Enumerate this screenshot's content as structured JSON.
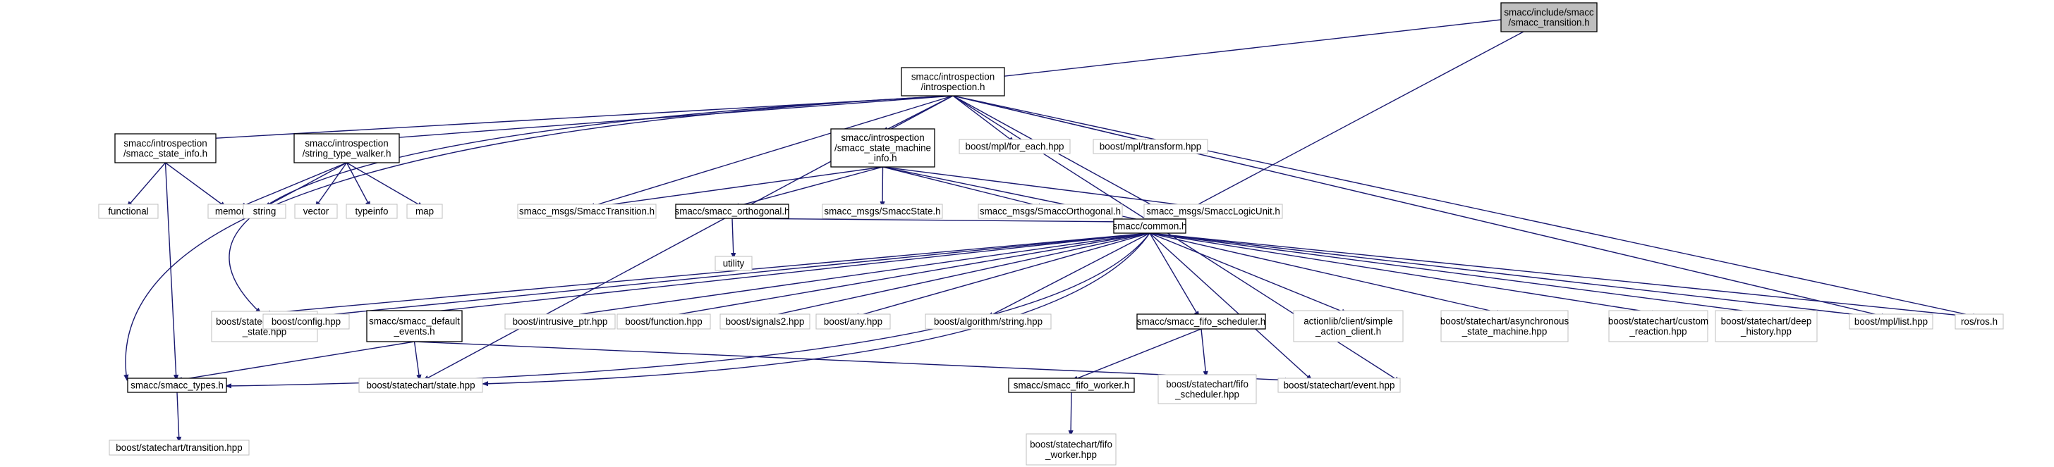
{
  "colors": {
    "edge": "#191970",
    "root_fill": "#bfbfbf",
    "node_border": "#000000",
    "leaf_border": "#bfbfbf",
    "background": "#ffffff"
  },
  "nodes": [
    {
      "id": "transition",
      "lines": [
        "smacc/include/smacc",
        "/smacc_transition.h"
      ],
      "style": "root"
    },
    {
      "id": "introspection",
      "lines": [
        "smacc/introspection",
        "/introspection.h"
      ],
      "style": "node"
    },
    {
      "id": "state_info",
      "lines": [
        "smacc/introspection",
        "/smacc_state_info.h"
      ],
      "style": "node"
    },
    {
      "id": "string_type_walker",
      "lines": [
        "smacc/introspection",
        "/string_type_walker.h"
      ],
      "style": "node"
    },
    {
      "id": "state_machine_info",
      "lines": [
        "smacc/introspection",
        "/smacc_state_machine",
        "_info.h"
      ],
      "style": "node"
    },
    {
      "id": "for_each",
      "lines": [
        "boost/mpl/for_each.hpp"
      ],
      "style": "leaf"
    },
    {
      "id": "mpl_transform",
      "lines": [
        "boost/mpl/transform.hpp"
      ],
      "style": "leaf"
    },
    {
      "id": "functional",
      "lines": [
        "functional"
      ],
      "style": "leaf"
    },
    {
      "id": "memory",
      "lines": [
        "memory"
      ],
      "style": "leaf"
    },
    {
      "id": "string",
      "lines": [
        "string"
      ],
      "style": "leaf"
    },
    {
      "id": "vector",
      "lines": [
        "vector"
      ],
      "style": "leaf"
    },
    {
      "id": "typeinfo",
      "lines": [
        "typeinfo"
      ],
      "style": "leaf"
    },
    {
      "id": "map",
      "lines": [
        "map"
      ],
      "style": "leaf"
    },
    {
      "id": "msg_transition",
      "lines": [
        "smacc_msgs/SmaccTransition.h"
      ],
      "style": "leaf"
    },
    {
      "id": "orthogonal",
      "lines": [
        "smacc/smacc_orthogonal.h"
      ],
      "style": "node"
    },
    {
      "id": "msg_state",
      "lines": [
        "smacc_msgs/SmaccState.h"
      ],
      "style": "leaf"
    },
    {
      "id": "msg_orthogonal",
      "lines": [
        "smacc_msgs/SmaccOrthogonal.h"
      ],
      "style": "leaf"
    },
    {
      "id": "msg_logicunit",
      "lines": [
        "smacc_msgs/SmaccLogicUnit.h"
      ],
      "style": "leaf"
    },
    {
      "id": "utility",
      "lines": [
        "utility"
      ],
      "style": "leaf"
    },
    {
      "id": "common",
      "lines": [
        "smacc/common.h"
      ],
      "style": "node"
    },
    {
      "id": "simple_state",
      "lines": [
        "boost/statechart/simple",
        "_state.hpp"
      ],
      "style": "leaf"
    },
    {
      "id": "config",
      "lines": [
        "boost/config.hpp"
      ],
      "style": "leaf"
    },
    {
      "id": "default_events",
      "lines": [
        "smacc/smacc_default",
        "_events.h"
      ],
      "style": "node"
    },
    {
      "id": "intrusive_ptr",
      "lines": [
        "boost/intrusive_ptr.hpp"
      ],
      "style": "leaf"
    },
    {
      "id": "function",
      "lines": [
        "boost/function.hpp"
      ],
      "style": "leaf"
    },
    {
      "id": "signals2",
      "lines": [
        "boost/signals2.hpp"
      ],
      "style": "leaf"
    },
    {
      "id": "any",
      "lines": [
        "boost/any.hpp"
      ],
      "style": "leaf"
    },
    {
      "id": "algorithm_string",
      "lines": [
        "boost/algorithm/string.hpp"
      ],
      "style": "leaf"
    },
    {
      "id": "fifo_scheduler",
      "lines": [
        "smacc/smacc_fifo_scheduler.h"
      ],
      "style": "node"
    },
    {
      "id": "simple_action_client",
      "lines": [
        "actionlib/client/simple",
        "_action_client.h"
      ],
      "style": "leaf"
    },
    {
      "id": "async_state_machine",
      "lines": [
        "boost/statechart/asynchronous",
        "_state_machine.hpp"
      ],
      "style": "leaf"
    },
    {
      "id": "custom_reaction",
      "lines": [
        "boost/statechart/custom",
        "_reaction.hpp"
      ],
      "style": "leaf"
    },
    {
      "id": "deep_history",
      "lines": [
        "boost/statechart/deep",
        "_history.hpp"
      ],
      "style": "leaf"
    },
    {
      "id": "mpl_list",
      "lines": [
        "boost/mpl/list.hpp"
      ],
      "style": "leaf"
    },
    {
      "id": "ros",
      "lines": [
        "ros/ros.h"
      ],
      "style": "leaf"
    },
    {
      "id": "smacc_types",
      "lines": [
        "smacc/smacc_types.h"
      ],
      "style": "node"
    },
    {
      "id": "state_hpp",
      "lines": [
        "boost/statechart/state.hpp"
      ],
      "style": "leaf"
    },
    {
      "id": "fifo_worker",
      "lines": [
        "smacc/smacc_fifo_worker.h"
      ],
      "style": "node"
    },
    {
      "id": "fifo_scheduler_hpp",
      "lines": [
        "boost/statechart/fifo",
        "_scheduler.hpp"
      ],
      "style": "leaf"
    },
    {
      "id": "event_hpp",
      "lines": [
        "boost/statechart/event.hpp"
      ],
      "style": "leaf"
    },
    {
      "id": "transition_hpp",
      "lines": [
        "boost/statechart/transition.hpp"
      ],
      "style": "leaf"
    },
    {
      "id": "fifo_worker_hpp",
      "lines": [
        "boost/statechart/fifo",
        "_worker.hpp"
      ],
      "style": "leaf"
    }
  ]
}
